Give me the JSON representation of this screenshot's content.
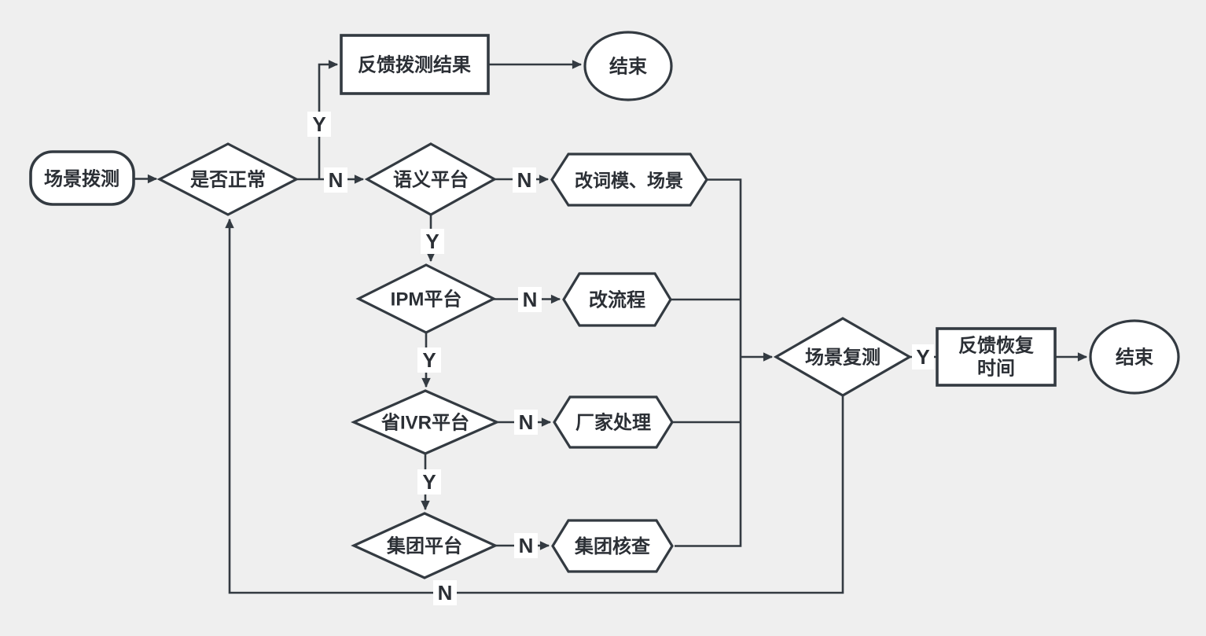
{
  "diagram": {
    "colors": {
      "background": "#efefef",
      "node_fill": "#ffffff",
      "line": "#333a41",
      "text": "#2b2f35"
    },
    "nodes": {
      "start": {
        "label": "场景拨测"
      },
      "is_normal": {
        "label": "是否正常"
      },
      "feedback_result": {
        "label": "反馈拨测结果"
      },
      "end_top": {
        "label": "结束"
      },
      "semantic_platform": {
        "label": "语义平台"
      },
      "fix_lexicon_scene": {
        "label": "改词模、场景"
      },
      "ipm_platform": {
        "label": "IPM平台"
      },
      "fix_process": {
        "label": "改流程"
      },
      "province_ivr_platform": {
        "label": "省IVR平台"
      },
      "vendor_handling": {
        "label": "厂家处理"
      },
      "group_platform": {
        "label": "集团平台"
      },
      "group_inspection": {
        "label": "集团核查"
      },
      "scene_retest": {
        "label": "场景复测"
      },
      "feedback_recovery_time": {
        "label_line1": "反馈恢复",
        "label_line2": "时间"
      },
      "end_right": {
        "label": "结束"
      }
    },
    "edge_labels": {
      "is_normal_yes": "Y",
      "is_normal_no": "N",
      "semantic_platform_no": "N",
      "semantic_platform_yes": "Y",
      "ipm_platform_no": "N",
      "ipm_platform_yes": "Y",
      "province_ivr_platform_no": "N",
      "province_ivr_platform_yes": "Y",
      "group_platform_no": "N",
      "scene_retest_yes": "Y",
      "scene_retest_no": "N"
    }
  }
}
